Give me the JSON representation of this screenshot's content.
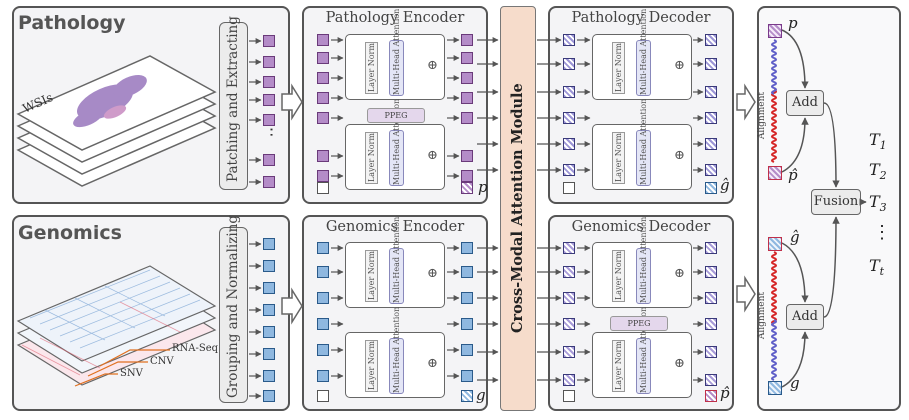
{
  "left": {
    "pathology_title": "Pathology",
    "genomics_title": "Genomics",
    "wsis_label": "WSIs",
    "patching_label": "Patching and Extracting",
    "grouping_label": "Grouping and Normalizing",
    "rna_label": "RNA-Seq",
    "cnv_label": "CNV",
    "snv_label": "SNV",
    "dots": "⋯"
  },
  "modules": {
    "pathology_encoder": "Pathology Encoder",
    "genomics_encoder": "Genomics Encoder",
    "pathology_decoder": "Pathology Decoder",
    "genomics_decoder": "Genomics Decoder",
    "cross_modal": "Cross-Modal Attention Module",
    "layer_norm": "Layer Norm",
    "mha": "Multi-Head Attention",
    "ppeg": "PPEG"
  },
  "outputs": {
    "p": "p",
    "p_hat": "p̂",
    "g": "g",
    "g_hat": "ĝ"
  },
  "fusion": {
    "alignment": "Alignment",
    "add": "Add",
    "fusion": "Fusion",
    "t1": "T1",
    "t2": "T2",
    "t3": "T3",
    "tdots": "⋮",
    "tt": "Tt"
  },
  "colors": {
    "pathology_token": "#b48cc8",
    "genomics_token": "#8fb8e0",
    "dec_path_token": "#9c95d6",
    "dec_gen_token": "#a89bd8",
    "cross_module": "#f6dccb",
    "ppeg": "#e4d7ec",
    "alignment_red": "#d62828",
    "alignment_blue": "#6060c8"
  }
}
